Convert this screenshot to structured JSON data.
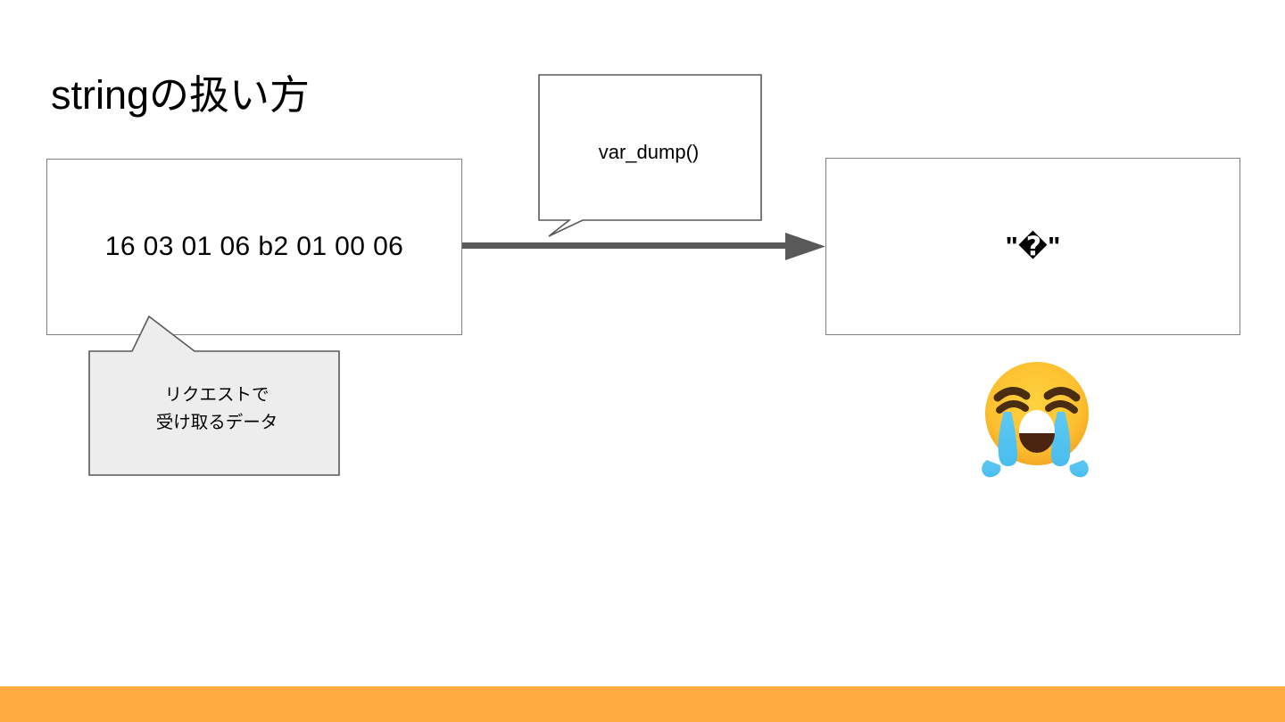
{
  "slide": {
    "title": "stringの扱い方",
    "background_color": "#ffffff",
    "accent_bar_color": "#ffab40",
    "box_border_color": "#7f7f7f",
    "arrow_color": "#595959",
    "callout_fill_color": "#ededed"
  },
  "input_box": {
    "text": "16 03 01 06 b2 01 00 06"
  },
  "output_box": {
    "text": "\"�\""
  },
  "var_dump_callout": {
    "label": "var_dump()"
  },
  "request_callout": {
    "line1": "リクエストで",
    "line2": "受け取るデータ"
  },
  "emoji": {
    "name": "loudly-crying-face",
    "glyph": "😭"
  },
  "arrow": {
    "name": "flow-arrow-right"
  }
}
